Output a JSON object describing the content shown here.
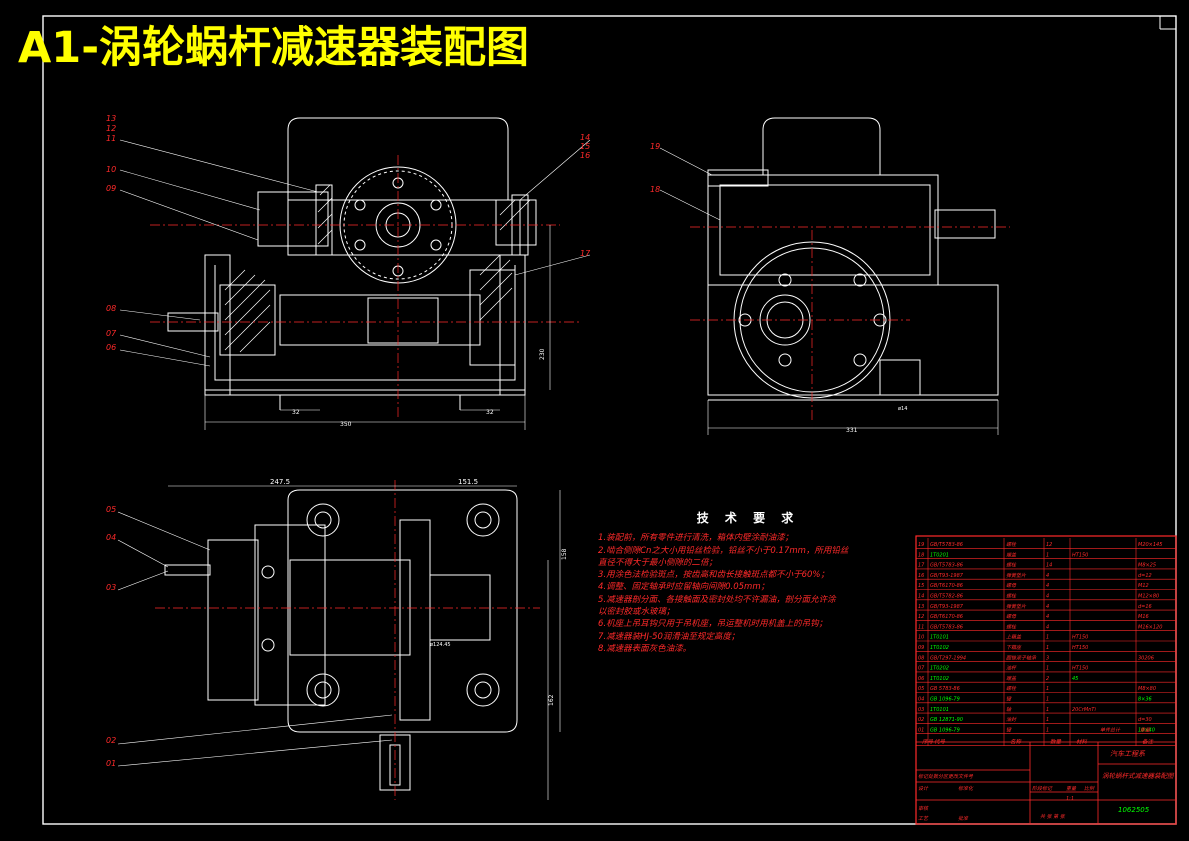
{
  "title": "A1-涡轮蜗杆减速器装配图",
  "tech_req": {
    "heading": "技 术 要 求",
    "items": [
      "1.装配前，所有零件进行清洗，箱体内壁涂耐油漆；",
      "2.啮合侧隙Cn之大小用铅丝检验，铅丝不小于0.17mm，所用铅丝",
      "  直径不得大于最小侧隙的二倍；",
      "3.用涂色法检验斑点，按齿高和齿长接触斑点都不小于60%；",
      "4.调整、固定轴承时应留轴向间隙0.05mm；",
      "5.减速器剖分面、各接触面及密封处均不许漏油，剖分面允许涂",
      "  以密封胶或水玻璃；",
      "6.机座上吊耳钩只用于吊机座，吊运整机时用机盖上的吊钩；",
      "7.减速器装HJ-50润滑油至规定高度；",
      "8.减速器表面灰色油漆。"
    ]
  },
  "balloons_left": [
    "13",
    "12",
    "11",
    "10",
    "09",
    "08",
    "07",
    "06"
  ],
  "balloons_right_top": [
    "14",
    "15",
    "16",
    "17"
  ],
  "balloons_side": [
    "19",
    "18"
  ],
  "balloons_bottom": [
    "05",
    "04",
    "03",
    "02",
    "01"
  ],
  "dims": {
    "front_width": "350",
    "side_width": "331",
    "front_bolt_left": "32",
    "front_bolt_right": "32",
    "front_height": "230",
    "side_bolt": "ø14",
    "top_left": "247.5",
    "top_right": "151.5",
    "top_height": "158",
    "top_height2": "162",
    "top_feature": "ø124.45"
  },
  "bom": {
    "rows": [
      [
        "19",
        "GB/T5783-86",
        "螺栓",
        "12",
        "",
        "M20×145"
      ],
      [
        "18",
        "1T0201",
        "端盖",
        "1",
        "HT150",
        ""
      ],
      [
        "17",
        "GB/T5783-86",
        "螺栓",
        "14",
        "",
        "M8×25"
      ],
      [
        "16",
        "GB/T93-1987",
        "弹簧垫片",
        "4",
        "",
        "d=12"
      ],
      [
        "15",
        "GB/T6170-86",
        "螺母",
        "4",
        "",
        "M12"
      ],
      [
        "14",
        "GB/T5782-86",
        "螺栓",
        "4",
        "",
        "M12×80"
      ],
      [
        "13",
        "GB/T93-1987",
        "弹簧垫片",
        "4",
        "",
        "d=16"
      ],
      [
        "12",
        "GB/T6170-86",
        "螺母",
        "4",
        "",
        "M16"
      ],
      [
        "11",
        "GB/T5783-86",
        "螺栓",
        "4",
        "",
        "M16×120"
      ],
      [
        "10",
        "1T0101",
        "上箱盖",
        "1",
        "HT150",
        ""
      ],
      [
        "09",
        "1T0102",
        "下箱座",
        "1",
        "HT150",
        ""
      ],
      [
        "08",
        "GB/T297-1994",
        "圆锥滚子轴承",
        "3",
        "",
        "30206"
      ],
      [
        "07",
        "1T0202",
        "油杯",
        "1",
        "HT150",
        ""
      ],
      [
        "06",
        "1T0102",
        "端盖",
        "2",
        "45",
        ""
      ],
      [
        "05",
        "GB 5783-86",
        "螺栓",
        "1",
        "",
        "M8×80"
      ],
      [
        "04",
        "GB 1096-79",
        "键",
        "1",
        "",
        "8×36"
      ],
      [
        "03",
        "1T0101",
        "轴",
        "1",
        "20CrMnTi",
        ""
      ],
      [
        "02",
        "GB 12871-90",
        "油封",
        "1",
        "",
        "d=30"
      ],
      [
        "01",
        "GB 1096-79",
        "键",
        "1",
        "",
        "10×40"
      ]
    ],
    "header": [
      "序号",
      "代号",
      "名称",
      "数量",
      "材料",
      "备注"
    ],
    "header_right": [
      "单件总计",
      "重量"
    ],
    "school": "汽车工程系",
    "drawing_name": "涡轮蜗杆式减速器装配图",
    "drawing_no": "1062505",
    "label_a": "标记处数分区更改文件号",
    "label_b": "标准化",
    "label_c": "阶段标记",
    "label_d": "重量",
    "label_e": "比例",
    "scale": "1:1",
    "design": "设计",
    "audit": "审核",
    "craft": "工艺",
    "approve": "批准",
    "sheets": "共 张  第 张"
  },
  "colors": {
    "bg": "#000000",
    "line": "#ffffff",
    "title": "#ffff00",
    "tech": "#ff2a2a",
    "frame_red": "#ff2a2a",
    "green": "#00ff00",
    "center": "#ff2a2a",
    "balloon": "#ff2a2a",
    "dim": "#ffffff"
  }
}
